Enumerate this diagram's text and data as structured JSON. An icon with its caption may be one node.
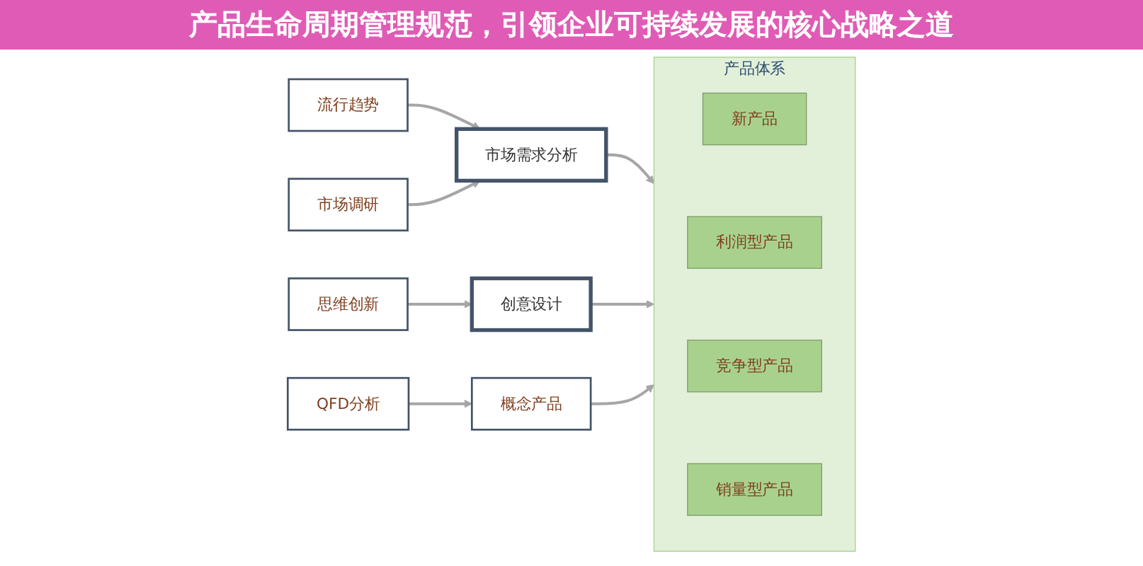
{
  "diagram": {
    "title": "产品生命周期管理规范，引领企业可持续发展的核心战略之道",
    "nodes": [
      {
        "text": [
          "流行趋势"
        ]
      },
      {
        "text": [
          "市场需求分析"
        ]
      },
      {
        "text": [
          "市场调研"
        ]
      },
      {
        "text": [
          "产品体系"
        ]
      },
      {
        "text": [
          "新产品"
        ],
        "in": 3
      },
      {
        "text": [
          "利润型产品"
        ],
        "in": 3
      },
      {
        "text": [
          "竞争型产品"
        ],
        "in": 3
      },
      {
        "text": [
          "销量型产品"
        ],
        "in": 3
      },
      {
        "text": [
          "概念产品"
        ]
      },
      {
        "text": [
          "创意设计"
        ]
      },
      {
        "text": [
          "QFD分析"
        ]
      },
      {
        "text": [
          "思维创新"
        ]
      }
    ],
    "edges": [
      {
        "from": 0,
        "to": 1,
        "arrow": "to"
      },
      {
        "from": 2,
        "to": 1,
        "arrow": "to"
      },
      {
        "from": 1,
        "to": 3,
        "arrow": "to"
      },
      {
        "from": 9,
        "to": 3,
        "arrow": "to"
      },
      {
        "from": 8,
        "to": 3,
        "arrow": "to"
      },
      {
        "from": 10,
        "to": 8,
        "arrow": "to"
      },
      {
        "from": 11,
        "to": 9,
        "arrow": "to"
      }
    ]
  }
}
